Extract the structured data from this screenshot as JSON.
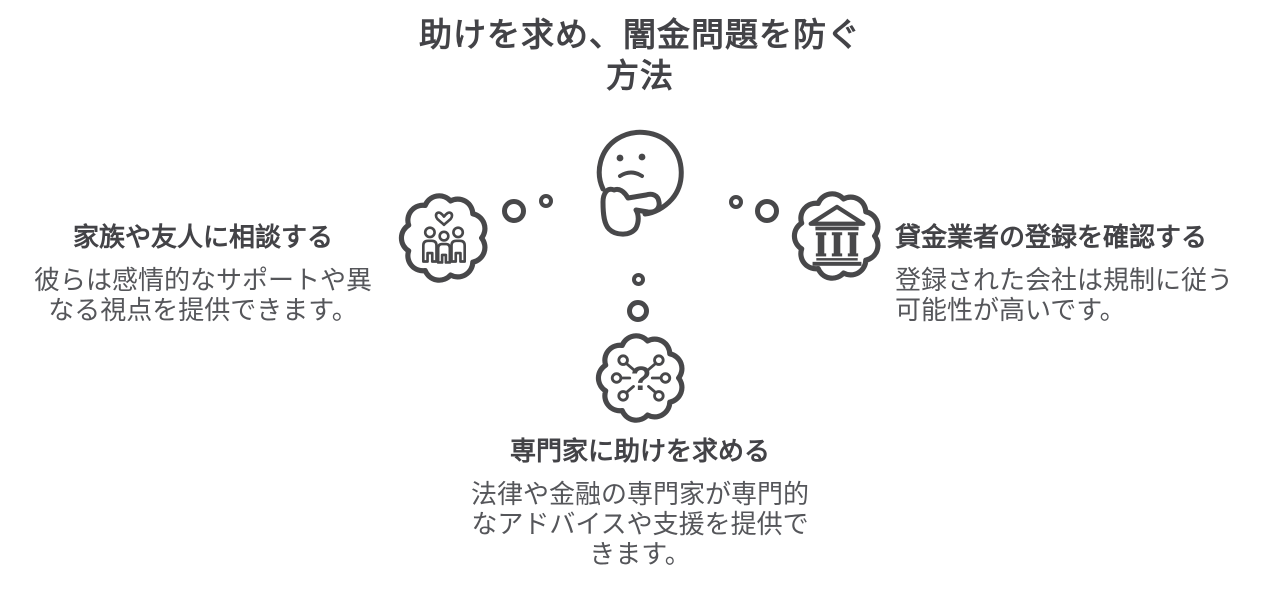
{
  "title": {
    "text": "助けを求め、闇金問題を防ぐ方法",
    "lines": [
      "助けを求め、闇金問題を防ぐ",
      "方法"
    ]
  },
  "items": {
    "left": {
      "heading": "家族や友人に相談する",
      "body": [
        "彼らは感情的なサポートや異",
        "なる視点を提供できます。"
      ],
      "icon": "family-heart-icon"
    },
    "right": {
      "heading": "貸金業者の登録を確認する",
      "body": [
        "登録された会社は規制に従う",
        "可能性が高いです。"
      ],
      "icon": "bank-icon"
    },
    "bottom": {
      "heading": "専門家に助けを求める",
      "body": [
        "法律や金融の専門家が専門的",
        "なアドバイスや支援を提供で",
        "きます。"
      ],
      "icon": "question-network-icon"
    }
  },
  "illustration": {
    "center": "thinking-person-icon",
    "bubble_style": "scalloped-thought-bubble",
    "question_mark": "?"
  },
  "colors": {
    "ink": "#48484a",
    "heading_text": "#434347",
    "body_text": "#55565a",
    "background": "#ffffff"
  }
}
